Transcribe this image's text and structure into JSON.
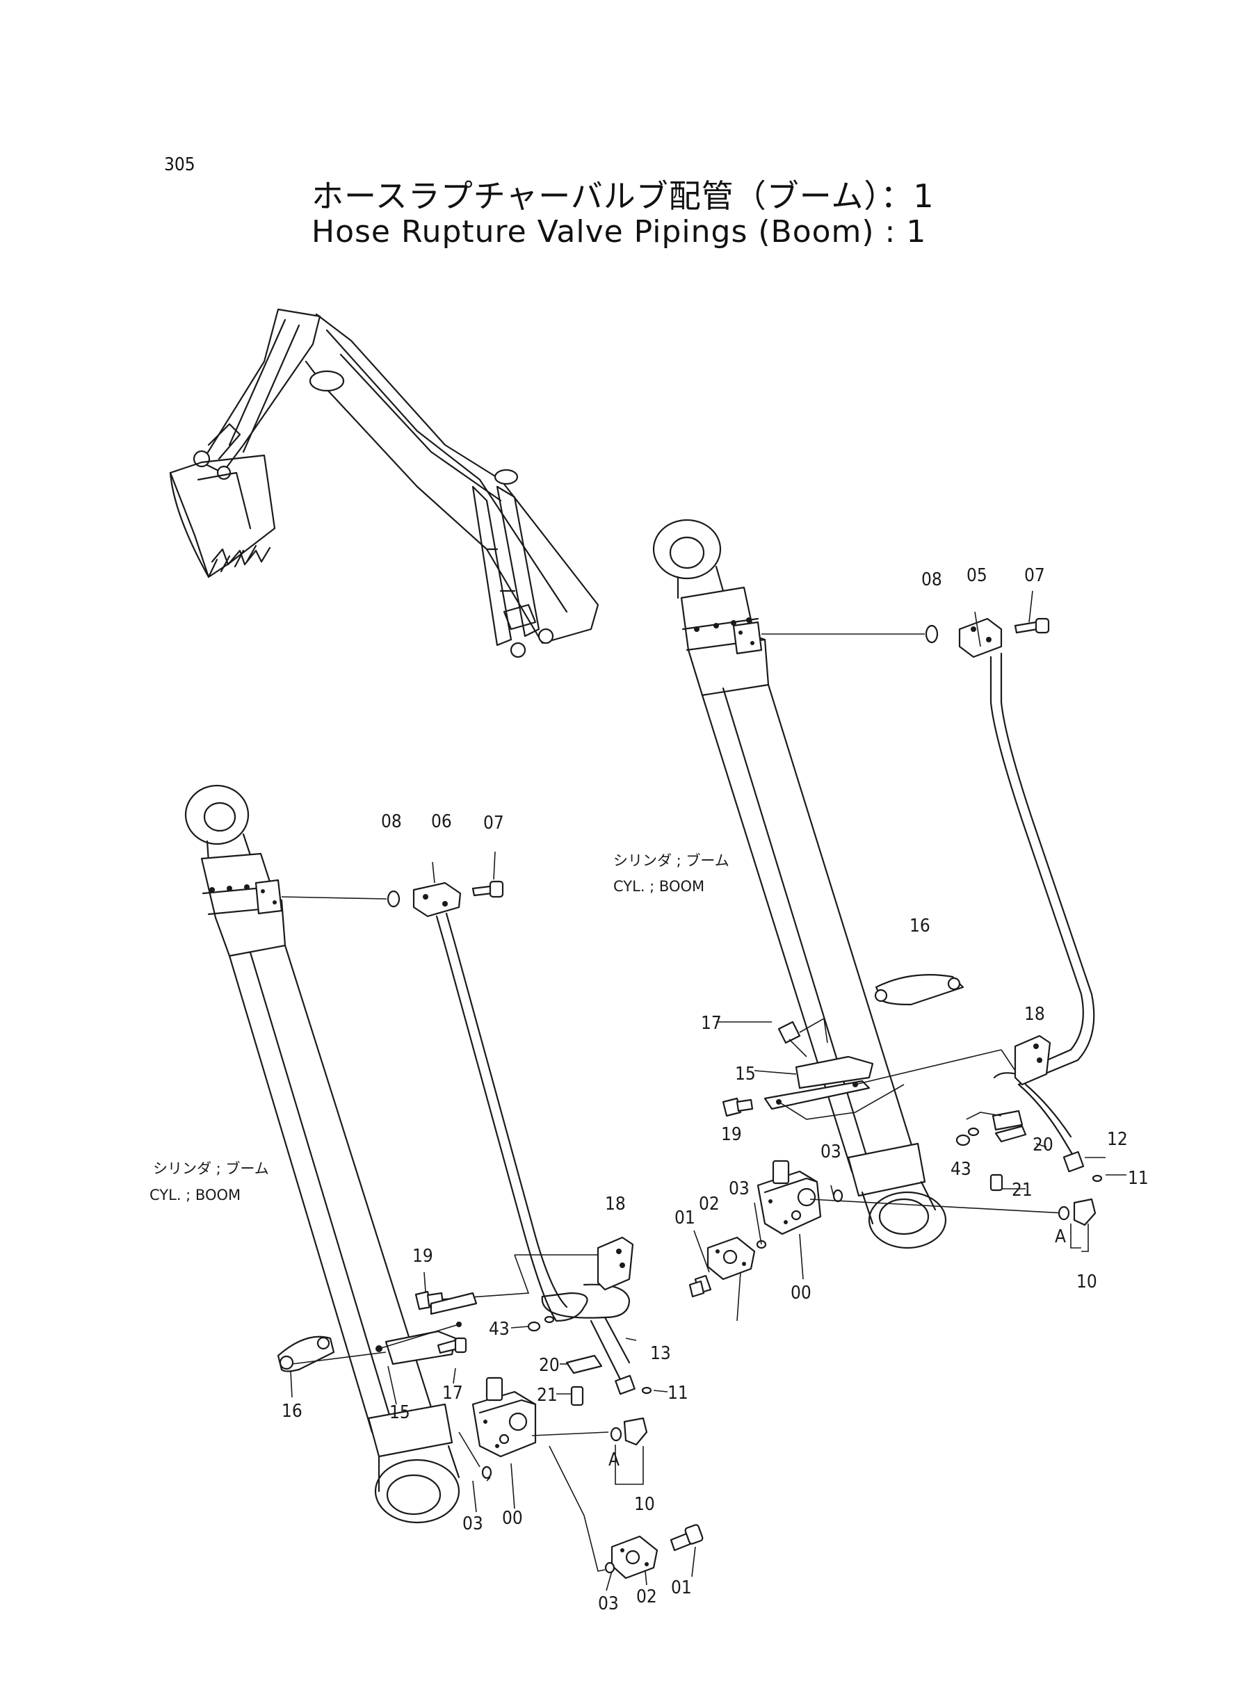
{
  "page": {
    "number": "305",
    "title_ja": "ホースラプチャーバルブ配管（ブーム）：1",
    "title_en": "Hose Rupture Valve Pipings (Boom) : 1"
  },
  "diagram_left": {
    "cylinder_label_ja": "シリンダ ; ブーム",
    "cylinder_label_en": "CYL. ; BOOM",
    "view_marker": "A",
    "callouts": {
      "p08": "08",
      "p06": "06",
      "p07": "07",
      "p18": "18",
      "p19": "19",
      "p43": "43",
      "p20": "20",
      "p13": "13",
      "p21": "21",
      "p11": "11",
      "p17": "17",
      "p16": "16",
      "p15": "15",
      "p10": "10",
      "p03a": "03",
      "p00": "00",
      "p01": "01",
      "p03b": "03",
      "p02": "02"
    }
  },
  "diagram_right": {
    "cylinder_label_ja": "シリンダ ; ブーム",
    "cylinder_label_en": "CYL. ; BOOM",
    "view_marker": "A",
    "callouts": {
      "p08": "08",
      "p05": "05",
      "p07": "07",
      "p16": "16",
      "p18": "18",
      "p17": "17",
      "p15": "15",
      "p19": "19",
      "p43": "43",
      "p20": "20",
      "p12": "12",
      "p11": "11",
      "p03a": "03",
      "p21": "21",
      "p01": "01",
      "p02": "02",
      "p03b": "03",
      "p00": "00",
      "p10": "10"
    }
  }
}
